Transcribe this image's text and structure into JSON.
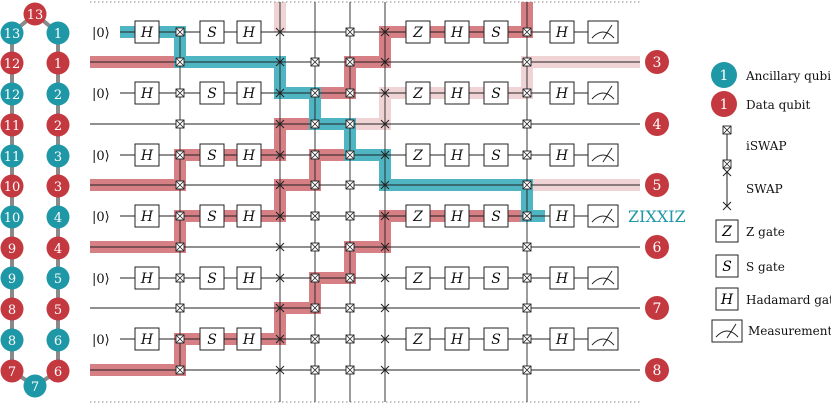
{
  "chain": {
    "left": [
      {
        "label": "13",
        "kind": "ancilla"
      },
      {
        "label": "12",
        "kind": "data"
      },
      {
        "label": "12",
        "kind": "ancilla"
      },
      {
        "label": "11",
        "kind": "data"
      },
      {
        "label": "11",
        "kind": "ancilla"
      },
      {
        "label": "10",
        "kind": "data"
      },
      {
        "label": "10",
        "kind": "ancilla"
      },
      {
        "label": "9",
        "kind": "data"
      },
      {
        "label": "9",
        "kind": "ancilla"
      },
      {
        "label": "8",
        "kind": "data"
      },
      {
        "label": "8",
        "kind": "ancilla"
      },
      {
        "label": "7",
        "kind": "data"
      }
    ],
    "right": [
      {
        "label": "1",
        "kind": "ancilla"
      },
      {
        "label": "1",
        "kind": "data"
      },
      {
        "label": "2",
        "kind": "ancilla"
      },
      {
        "label": "2",
        "kind": "data"
      },
      {
        "label": "3",
        "kind": "ancilla"
      },
      {
        "label": "3",
        "kind": "data"
      },
      {
        "label": "4",
        "kind": "ancilla"
      },
      {
        "label": "4",
        "kind": "data"
      },
      {
        "label": "5",
        "kind": "ancilla"
      },
      {
        "label": "5",
        "kind": "data"
      },
      {
        "label": "6",
        "kind": "ancilla"
      },
      {
        "label": "6",
        "kind": "data"
      }
    ],
    "top": {
      "label": "13",
      "kind": "data"
    },
    "bottom": {
      "label": "7",
      "kind": "ancilla"
    }
  },
  "circuit": {
    "init_label": "|0⟩",
    "gates": {
      "h": "H",
      "s": "S",
      "z": "Z"
    },
    "output_labels": [
      "3",
      "4",
      "5",
      "6",
      "7",
      "8"
    ],
    "stabilizer_label": "ZIXXIZ"
  },
  "legend": {
    "ancilla_label": "Ancillary qubit",
    "ancilla_symbol": "1",
    "data_label": "Data qubit",
    "data_symbol": "1",
    "iswap_label": "iSWAP",
    "swap_label": "SWAP",
    "z_label": "Z gate",
    "s_label": "S gate",
    "h_label": "Hadamard gate",
    "measure_label": "Measurement"
  },
  "colors": {
    "ancilla": "#1e97a6",
    "data": "#c4383f",
    "data_path": "#d67f84",
    "data_path_faint": "#f0d3d5",
    "anc_path": "#4fb5c2",
    "anc_path_faint": "#cde9ed",
    "chain_edge": "#8a8a8a"
  }
}
